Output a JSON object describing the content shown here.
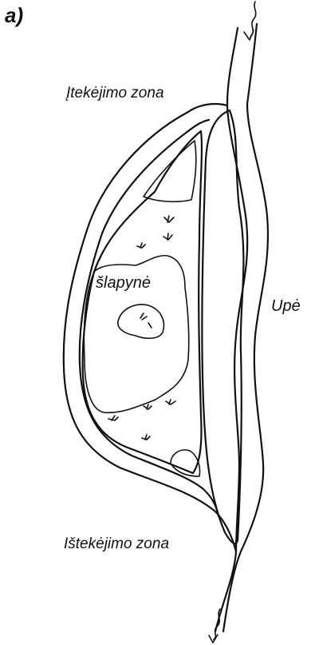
{
  "panel_label": "a)",
  "labels": {
    "inflow_zone": "Įtekėjimo zona",
    "wetland": "šlapynė",
    "river": "Upė",
    "outflow_zone": "Ištekėjimo zona"
  },
  "colors": {
    "ink": "#111111",
    "background": "#ffffff"
  }
}
